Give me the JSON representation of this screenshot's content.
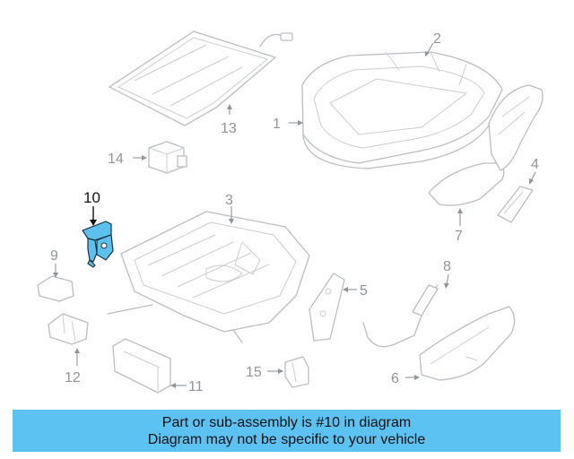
{
  "callouts": {
    "c1": "1",
    "c2": "2",
    "c3": "3",
    "c4": "4",
    "c5": "5",
    "c6": "6",
    "c7": "7",
    "c8": "8",
    "c9": "9",
    "c10": "10",
    "c11": "11",
    "c12": "12",
    "c13": "13",
    "c14": "14",
    "c15": "15"
  },
  "highlighted_part": "10",
  "colors": {
    "highlight": "#5bc2ee",
    "banner": "#5bc2f2",
    "line_art": "#b9bec4"
  },
  "banner": {
    "line1": "Part or sub-assembly is #10 in diagram",
    "line2": "Diagram may not be specific to your vehicle"
  }
}
